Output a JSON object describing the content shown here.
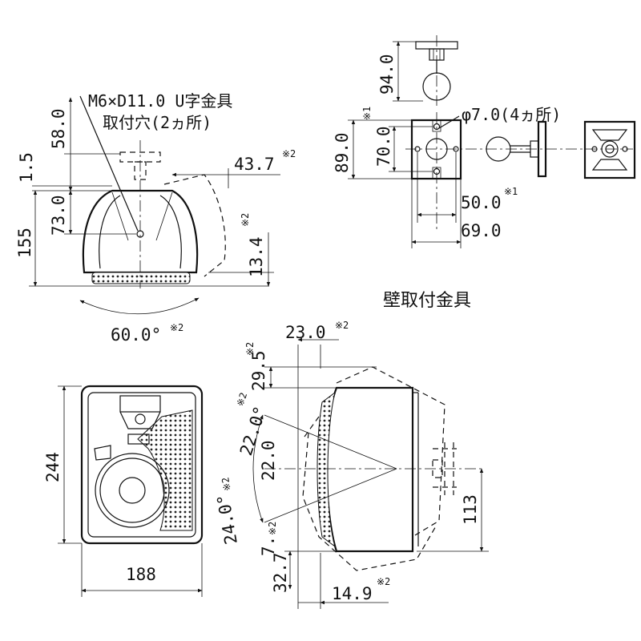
{
  "top_view": {
    "note_line1": "M6×D11.0 U字金具",
    "note_line2": "取付穴(2ヵ所)",
    "dim_58": "58.0",
    "dim_1_5": "1.5",
    "dim_73": "73.0",
    "dim_155": "155",
    "dim_43_7": "43.7",
    "dim_13_4": "13.4",
    "dim_60deg": "60.0°",
    "mark_2": "※2"
  },
  "bracket": {
    "caption": "壁取付金具",
    "dim_94": "94.0",
    "dim_89": "89.0",
    "dim_70": "70.0",
    "dim_50": "50.0",
    "dim_69": "69.0",
    "hole_note": "φ7.0(4ヵ所)",
    "mark_1": "※1"
  },
  "front_view": {
    "dim_244": "244",
    "dim_188": "188"
  },
  "side_view": {
    "dim_23": "23.0",
    "dim_29_5": "29.5",
    "dim_22deg": "22.0°",
    "dim_22": "22.0",
    "dim_24deg": "24.0°",
    "dim_7": "7.",
    "dim_32_7": "32.7",
    "dim_14_9": "14.9",
    "dim_113": "113",
    "mark_2": "※2"
  }
}
